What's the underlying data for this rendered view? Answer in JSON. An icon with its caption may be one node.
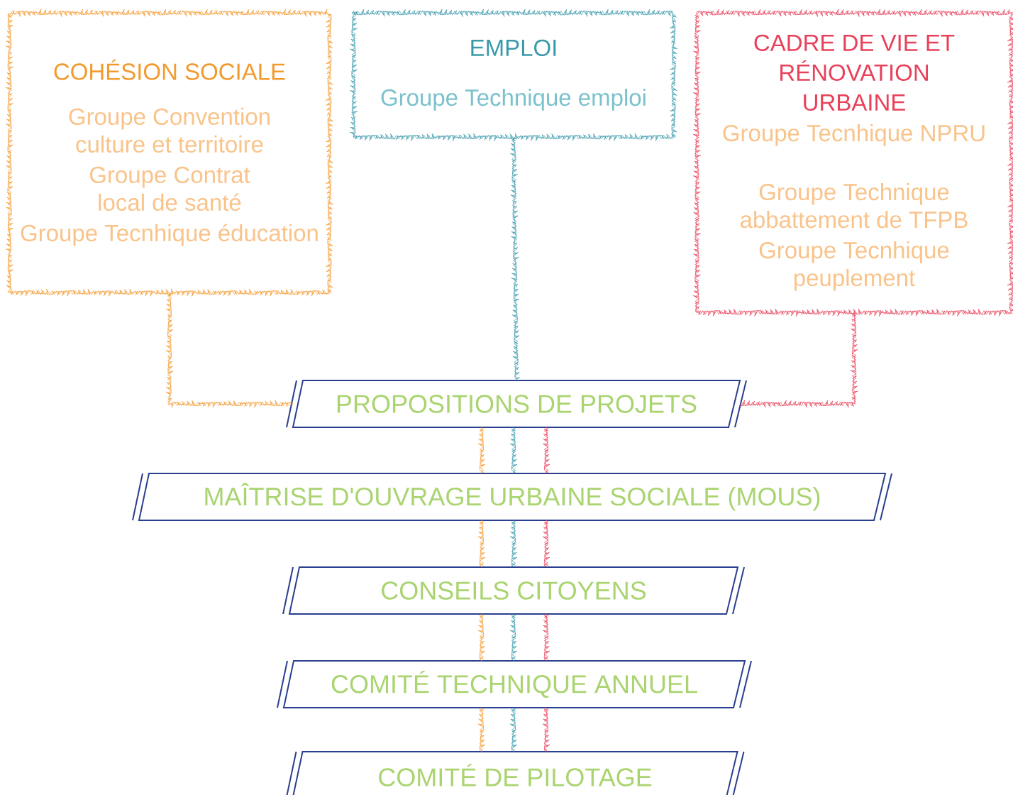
{
  "diagram": {
    "nodes": [
      {
        "text": [
          "COHÉSION SOCIALE",
          "Groupe Convention culture et territoire",
          "Groupe Contrat local de santé",
          "Groupe Tecnhique éducation"
        ]
      },
      {
        "text": [
          "EMPLOI",
          "Groupe Technique emploi"
        ]
      },
      {
        "text": [
          "CADRE DE VIE ET RÉNOVATION URBAINE",
          "Groupe Tecnhique NPRU",
          "Groupe Technique abbattement de TFPB",
          "Groupe Tecnhique peuplement"
        ]
      },
      {
        "text": [
          "PROPOSITIONS DE PROJETS"
        ]
      },
      {
        "text": [
          "MAÎTRISE D'OUVRAGE URBAINE SOCIALE (MOUS)"
        ]
      },
      {
        "text": [
          "CONSEILS CITOYENS"
        ]
      },
      {
        "text": [
          "COMITÉ TECHNIQUE ANNUEL"
        ]
      },
      {
        "text": [
          "COMITÉ DE PILOTAGE"
        ]
      }
    ],
    "edges": [
      {
        "from": 0,
        "to": 3,
        "arrow": "none",
        "color": "#f39a2e"
      },
      {
        "from": 1,
        "to": 3,
        "arrow": "none",
        "color": "#3a9aaa"
      },
      {
        "from": 2,
        "to": 3,
        "arrow": "none",
        "color": "#e8415a"
      },
      {
        "from": 3,
        "to": 4,
        "arrow": "none",
        "color": "#f39a2e"
      },
      {
        "from": 3,
        "to": 4,
        "arrow": "none",
        "color": "#3a9aaa"
      },
      {
        "from": 3,
        "to": 4,
        "arrow": "none",
        "color": "#e8415a"
      },
      {
        "from": 4,
        "to": 5,
        "arrow": "none",
        "color": "#f39a2e"
      },
      {
        "from": 4,
        "to": 5,
        "arrow": "none",
        "color": "#3a9aaa"
      },
      {
        "from": 4,
        "to": 5,
        "arrow": "none",
        "color": "#e8415a"
      },
      {
        "from": 5,
        "to": 6,
        "arrow": "none",
        "color": "#f39a2e"
      },
      {
        "from": 5,
        "to": 6,
        "arrow": "none",
        "color": "#3a9aaa"
      },
      {
        "from": 5,
        "to": 6,
        "arrow": "none",
        "color": "#e8415a"
      },
      {
        "from": 6,
        "to": 7,
        "arrow": "none",
        "color": "#f39a2e"
      },
      {
        "from": 6,
        "to": 7,
        "arrow": "none",
        "color": "#3a9aaa"
      },
      {
        "from": 6,
        "to": 7,
        "arrow": "none",
        "color": "#e8415a"
      }
    ]
  }
}
